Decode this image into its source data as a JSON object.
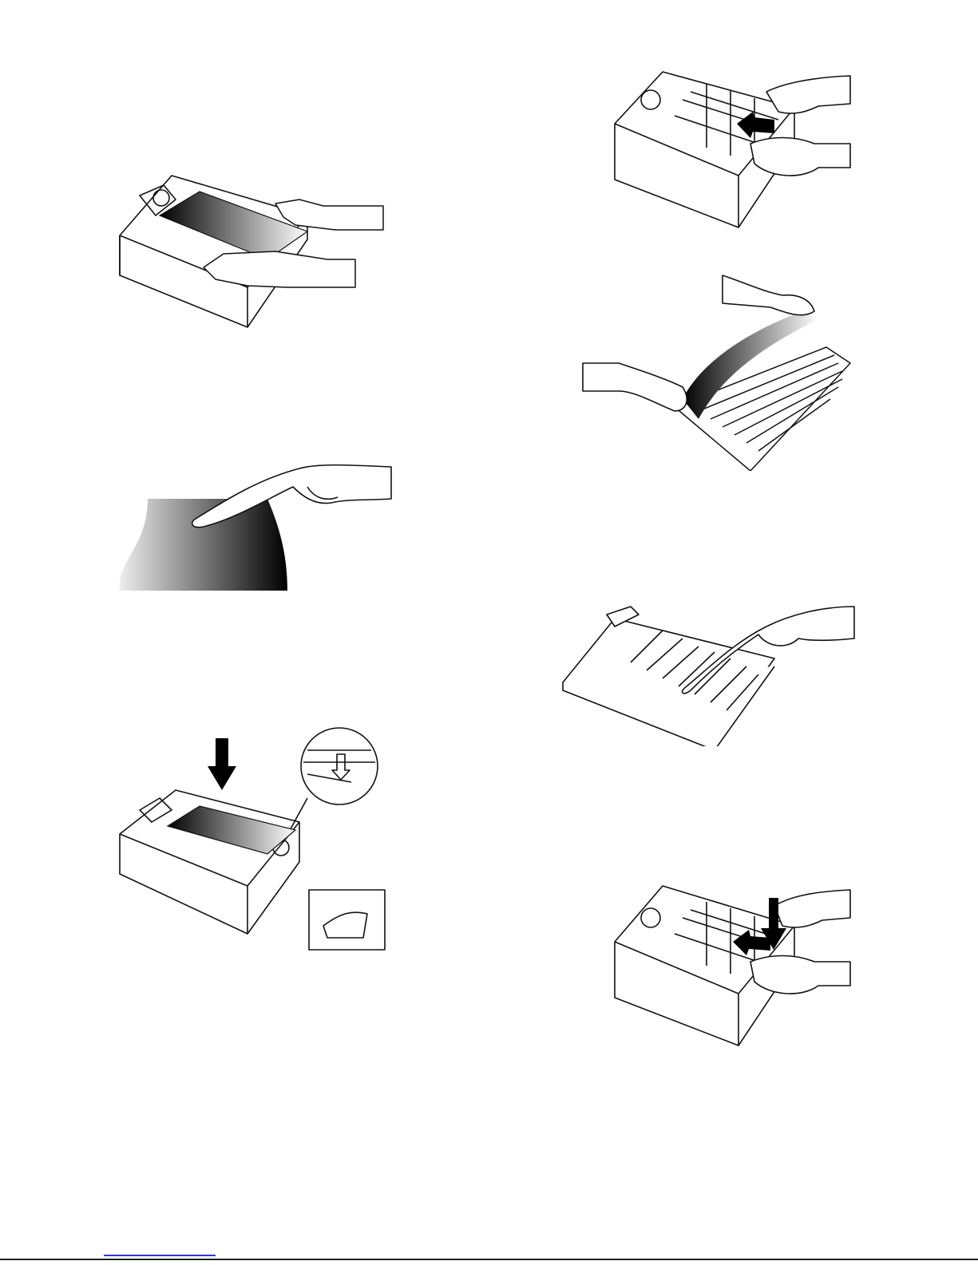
{
  "document": {
    "type": "illustrated instruction page",
    "language": "none",
    "figures": [
      {
        "id": "fig-1",
        "icon": "scanner-tray-load-icon"
      },
      {
        "id": "fig-2",
        "icon": "finger-press-film-icon"
      },
      {
        "id": "fig-3",
        "icon": "scanner-tray-press-down-icon"
      },
      {
        "id": "fig-4",
        "icon": "scanner-push-in-icon"
      },
      {
        "id": "fig-5",
        "icon": "film-sheet-peel-icon"
      },
      {
        "id": "fig-6",
        "icon": "tray-holder-finger-icon"
      },
      {
        "id": "fig-7",
        "icon": "scanner-push-down-icon"
      }
    ]
  },
  "colors": {
    "ink": "#111111",
    "film_dark": "#000000",
    "film_light": "#ffffff",
    "link_underline": "#2a3dd6"
  }
}
